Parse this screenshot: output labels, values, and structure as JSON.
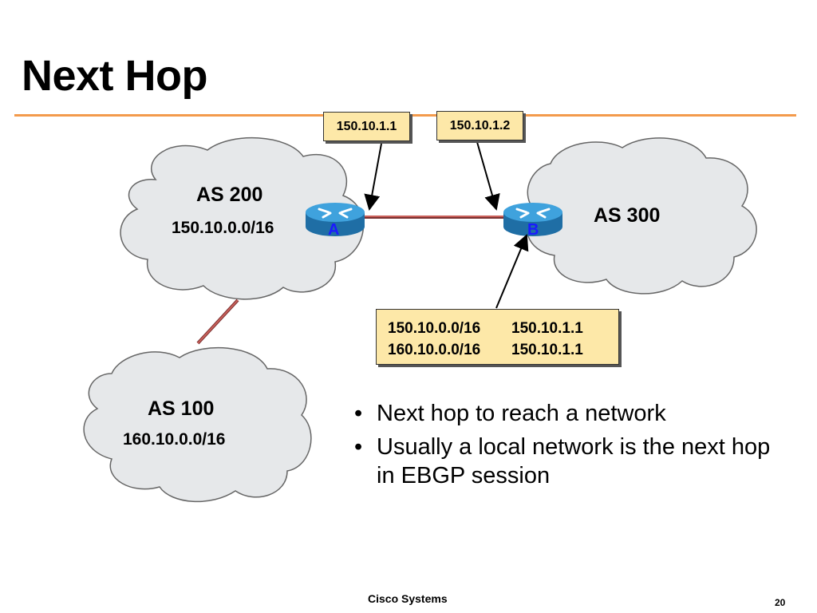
{
  "slide": {
    "title": "Next Hop",
    "footer": "Cisco Systems",
    "page_number": "20"
  },
  "clouds": {
    "as200": {
      "name": "AS 200",
      "network": "150.10.0.0/16"
    },
    "as300": {
      "name": "AS 300"
    },
    "as100": {
      "name": "AS 100",
      "network": "160.10.0.0/16"
    }
  },
  "routers": {
    "a": {
      "letter": "A",
      "ip": "150.10.1.1"
    },
    "b": {
      "letter": "B",
      "ip": "150.10.1.2"
    }
  },
  "route_table": {
    "rows": [
      {
        "network": "150.10.0.0/16",
        "next_hop": "150.10.1.1"
      },
      {
        "network": "160.10.0.0/16",
        "next_hop": "150.10.1.1"
      }
    ]
  },
  "bullets": [
    "Next hop to reach a network",
    "Usually a local network is the next hop in EBGP session"
  ],
  "colors": {
    "title_rule": "#f39a4c",
    "ip_box_fill": "#fde8a8",
    "cloud_fill": "#e6e8ea",
    "router_fill": "#2f8fcb",
    "link_line": "#c9605a",
    "router_letter": "#1a1aff"
  },
  "icons": [
    "router-icon",
    "cloud-shape"
  ]
}
